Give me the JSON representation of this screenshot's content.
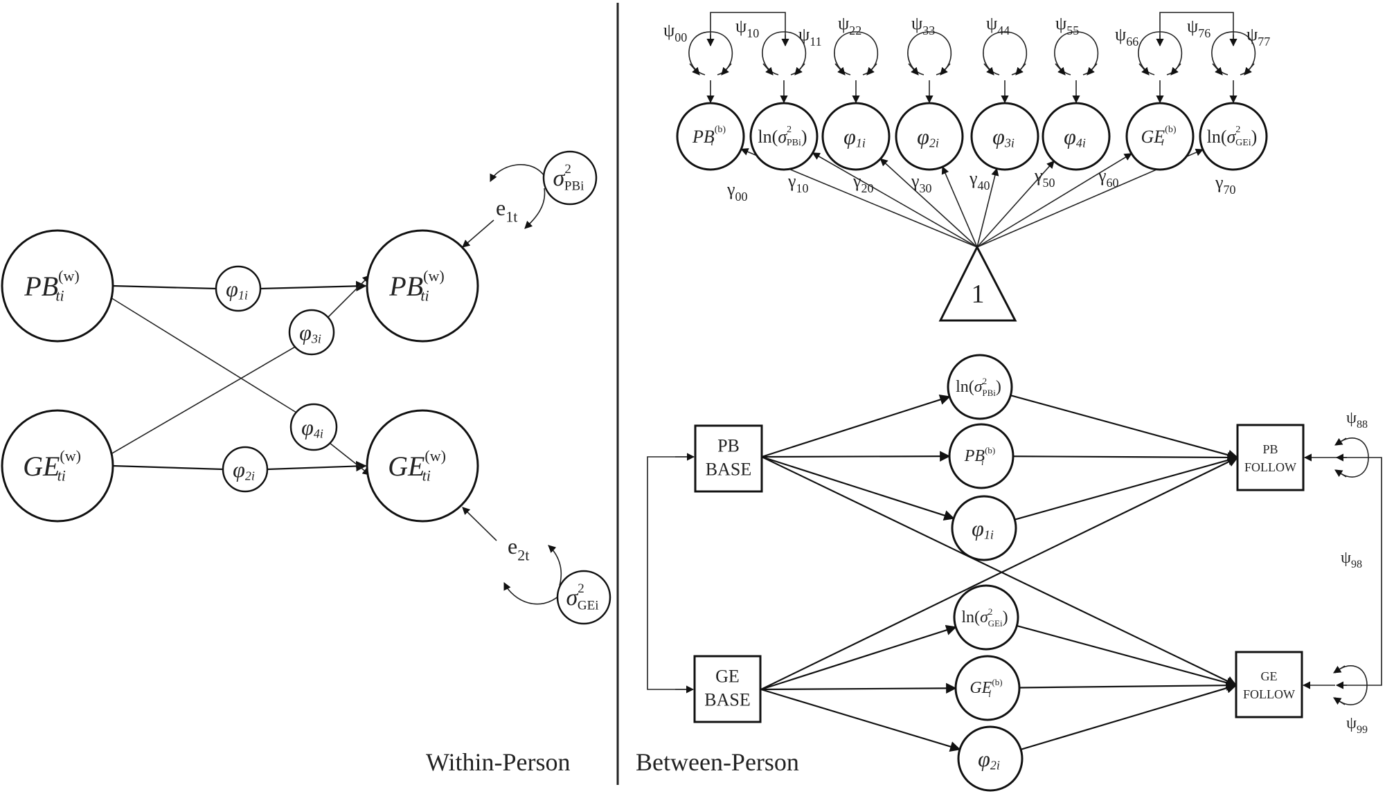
{
  "panels": {
    "within_label": "Within-Person",
    "between_label": "Between-Person"
  },
  "within": {
    "nodes": {
      "pb_in": {
        "base": "PB",
        "sup": "(w)",
        "sub": "ti"
      },
      "ge_in": {
        "base": "GE",
        "sup": "(w)",
        "sub": "ti"
      },
      "pb_out": {
        "base": "PB",
        "sup": "(w)",
        "sub": "ti"
      },
      "ge_out": {
        "base": "GE",
        "sup": "(w)",
        "sub": "ti"
      },
      "phi1": {
        "base": "φ",
        "sub": "1i"
      },
      "phi2": {
        "base": "φ",
        "sub": "2i"
      },
      "phi3": {
        "base": "φ",
        "sub": "3i"
      },
      "phi4": {
        "base": "φ",
        "sub": "4i"
      },
      "sigma_pb": {
        "base": "σ",
        "sup": "2",
        "sub": "PBi"
      },
      "sigma_ge": {
        "base": "σ",
        "sup": "2",
        "sub": "GEi"
      }
    },
    "errors": {
      "e1": {
        "base": "e",
        "sub": "1t"
      },
      "e2": {
        "base": "e",
        "sub": "2t"
      }
    }
  },
  "between": {
    "random_effects": [
      {
        "base": "PB",
        "sup": "(b)",
        "sub": "i",
        "style": "italic"
      },
      {
        "base": "ln(σ",
        "sup": "2",
        "sub": "PBi",
        "tail": ")"
      },
      {
        "base": "φ",
        "sub": "1i",
        "style": "italic"
      },
      {
        "base": "φ",
        "sub": "2i",
        "style": "italic"
      },
      {
        "base": "φ",
        "sub": "3i",
        "style": "italic"
      },
      {
        "base": "φ",
        "sub": "4i",
        "style": "italic"
      },
      {
        "base": "GE",
        "sup": "(b)",
        "sub": "i",
        "style": "italic"
      },
      {
        "base": "ln(σ",
        "sup": "2",
        "sub": "GEi",
        "tail": ")"
      }
    ],
    "psi_labels": [
      {
        "base": "ψ",
        "sub": "00"
      },
      {
        "base": "ψ",
        "sub": "10"
      },
      {
        "base": "ψ",
        "sub": "11"
      },
      {
        "base": "ψ",
        "sub": "22"
      },
      {
        "base": "ψ",
        "sub": "33"
      },
      {
        "base": "ψ",
        "sub": "44"
      },
      {
        "base": "ψ",
        "sub": "55"
      },
      {
        "base": "ψ",
        "sub": "66"
      },
      {
        "base": "ψ",
        "sub": "76"
      },
      {
        "base": "ψ",
        "sub": "77"
      }
    ],
    "gamma_labels": [
      {
        "base": "γ",
        "sub": "00"
      },
      {
        "base": "γ",
        "sub": "10"
      },
      {
        "base": "γ",
        "sub": "20"
      },
      {
        "base": "γ",
        "sub": "30"
      },
      {
        "base": "γ",
        "sub": "40"
      },
      {
        "base": "γ",
        "sub": "50"
      },
      {
        "base": "γ",
        "sub": "60"
      },
      {
        "base": "γ",
        "sub": "70"
      }
    ],
    "constant": "1",
    "boxes": {
      "pb_base": [
        "PB",
        "BASE"
      ],
      "ge_base": [
        "GE",
        "BASE"
      ],
      "pb_follow": [
        "PB",
        "FOLLOW"
      ],
      "ge_follow": [
        "GE",
        "FOLLOW"
      ]
    },
    "mediators": [
      {
        "base": "ln(σ",
        "sup": "2",
        "sub": "PBi",
        "tail": ")"
      },
      {
        "base": "PB",
        "sup": "(b)",
        "sub": "i",
        "style": "italic"
      },
      {
        "base": "φ",
        "sub": "1i",
        "style": "italic"
      },
      {
        "base": "ln(σ",
        "sup": "2",
        "sub": "GEi",
        "tail": ")"
      },
      {
        "base": "GE",
        "sup": "(b)",
        "sub": "i",
        "style": "italic"
      },
      {
        "base": "φ",
        "sub": "2i",
        "style": "italic"
      }
    ],
    "outcome_psi": [
      {
        "base": "ψ",
        "sub": "88"
      },
      {
        "base": "ψ",
        "sub": "98"
      },
      {
        "base": "ψ",
        "sub": "99"
      }
    ]
  }
}
